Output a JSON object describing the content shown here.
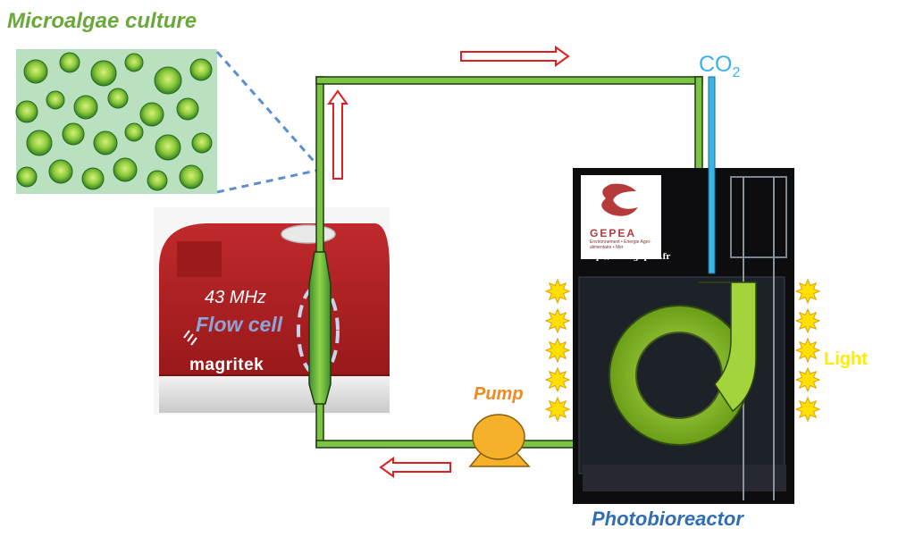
{
  "labels": {
    "microalgae_title": "Microalgae  culture",
    "frequency": "43 MHz",
    "flow_cell": "Flow cell",
    "spectrometer_brand": "magritek",
    "pump": "Pump",
    "light": "Light",
    "photobioreactor": "Photobioreactor",
    "co2_main": "CO",
    "co2_sub": "2"
  },
  "gepea_logo": {
    "name": "GEPEA",
    "tagline": "Environnement • Énergie Agro-alimentaire • Mer",
    "url": "http://www.gepea.fr"
  },
  "colors": {
    "tube_green": "#7cc443",
    "tube_outline": "#1f3a14",
    "flow_arrow": "#e02020",
    "co2_line": "#3ab4e6",
    "spectrometer_red": "#b02024",
    "pump_body": "#f6b12a",
    "sun": "#ffe000",
    "dashed_blue": "#5b8fd0"
  },
  "icons": [
    "sun-icon",
    "flow-arrow-icon",
    "pump-icon",
    "spectrometer-icon",
    "microscope-image"
  ]
}
